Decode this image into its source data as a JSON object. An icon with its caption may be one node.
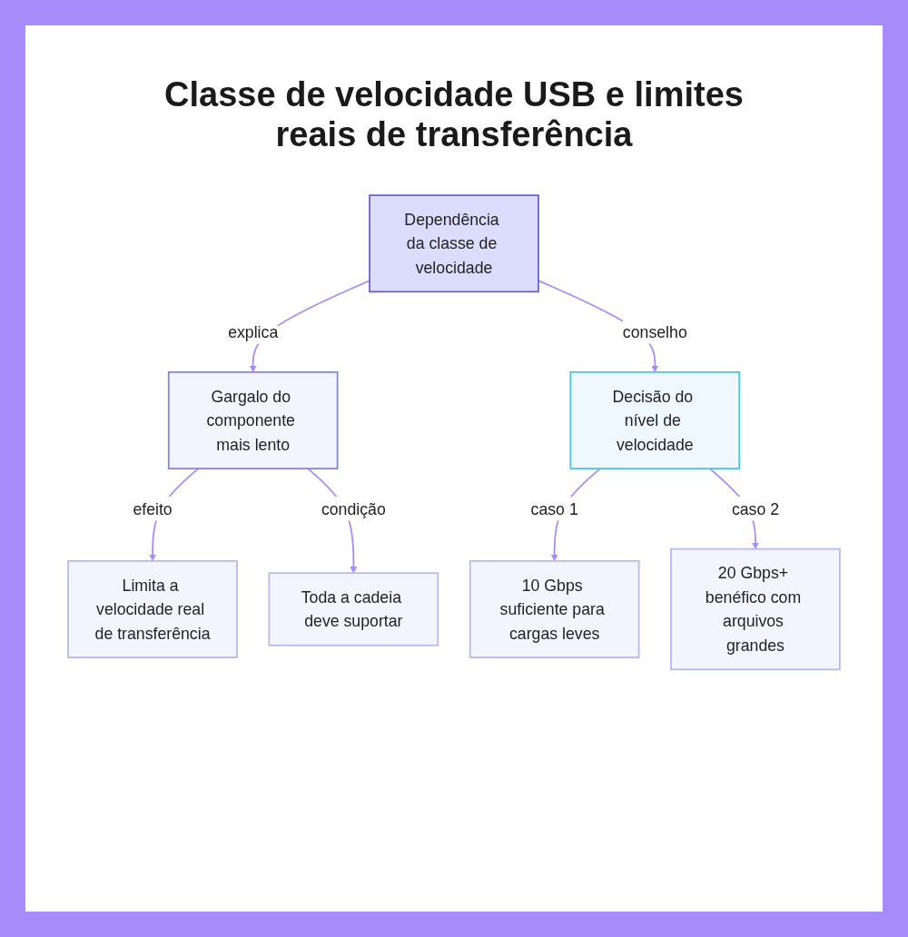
{
  "diagram": {
    "title": "Classe de velocidade USB e limites reais de transferência",
    "nodes": [
      {
        "text": [
          "Dependência da classe de velocidade"
        ]
      },
      {
        "text": [
          "Gargalo do componente mais lento"
        ]
      },
      {
        "text": [
          "Decisão do nível de velocidade"
        ]
      },
      {
        "text": [
          "Limita a velocidade real de transferência"
        ]
      },
      {
        "text": [
          "Toda a cadeia deve suportar"
        ]
      },
      {
        "text": [
          "10 Gbps suficiente para cargas leves"
        ]
      },
      {
        "text": [
          "20 Gbps+ benéfico com arquivos grandes"
        ]
      }
    ],
    "edges": [
      {
        "from": 0,
        "to": 1,
        "arrow": "to",
        "label": "explica"
      },
      {
        "from": 0,
        "to": 2,
        "arrow": "to",
        "label": "conselho"
      },
      {
        "from": 1,
        "to": 3,
        "arrow": "to",
        "label": "efeito"
      },
      {
        "from": 1,
        "to": 4,
        "arrow": "to",
        "label": "condição"
      },
      {
        "from": 2,
        "to": 5,
        "arrow": "to",
        "label": "caso 1"
      },
      {
        "from": 2,
        "to": 6,
        "arrow": "to",
        "label": "caso 2"
      }
    ]
  }
}
